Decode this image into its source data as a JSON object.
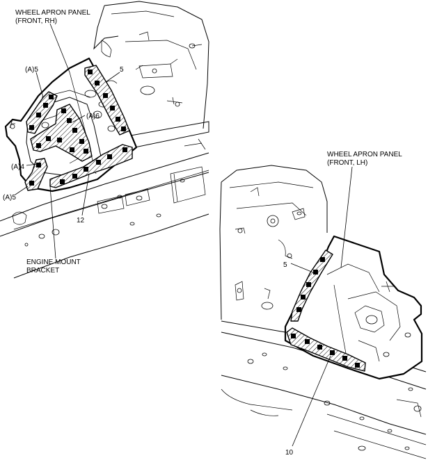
{
  "labels": {
    "rh_panel_line1": "WHEEL APRON PANEL",
    "rh_panel_line2": "(FRONT, RH)",
    "a5_top": "(A)5",
    "a6": "(A)6",
    "five_rh": "5",
    "a4": "(A)4",
    "a5_bottom": "(A)5",
    "twelve": "12",
    "bracket_line1": "ENGINE MOUNT",
    "bracket_line2": "BRACKET",
    "lh_panel_line1": "WHEEL APRON PANEL",
    "lh_panel_line2": "(FRONT, LH)",
    "five_lh": "5",
    "ten": "10"
  }
}
